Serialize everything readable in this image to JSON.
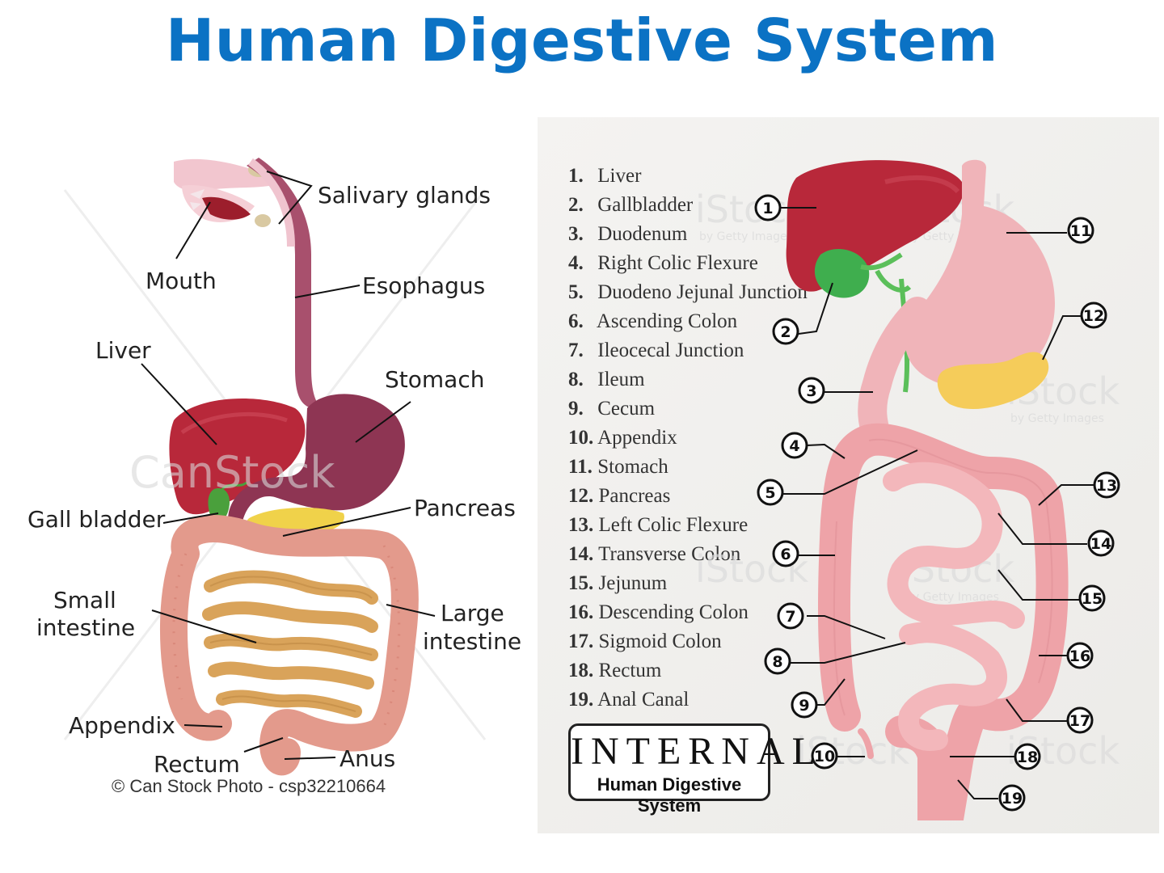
{
  "title": "Human Digestive System",
  "left_diagram": {
    "labels": {
      "salivary": "Salivary glands",
      "mouth": "Mouth",
      "esophagus": "Esophagus",
      "liver": "Liver",
      "stomach": "Stomach",
      "gallbladder": "Gall bladder",
      "pancreas": "Pancreas",
      "small1": "Small",
      "small2": "intestine",
      "large1": "Large",
      "large2": "intestine",
      "appendix": "Appendix",
      "rectum": "Rectum",
      "anus": "Anus"
    },
    "watermark": "CanStock",
    "copyright": "© Can Stock Photo - csp32210664"
  },
  "right_diagram": {
    "legend": [
      {
        "num": "1.",
        "label": "Liver"
      },
      {
        "num": "2.",
        "label": "Gallbladder"
      },
      {
        "num": "3.",
        "label": "Duodenum"
      },
      {
        "num": "4.",
        "label": "Right Colic Flexure"
      },
      {
        "num": "5.",
        "label": "Duodeno Jejunal Junction"
      },
      {
        "num": "6.",
        "label": "Ascending Colon"
      },
      {
        "num": "7.",
        "label": "Ileocecal Junction"
      },
      {
        "num": "8.",
        "label": "Ileum"
      },
      {
        "num": "9.",
        "label": "Cecum"
      },
      {
        "num": "10.",
        "label": "Appendix"
      },
      {
        "num": "11.",
        "label": "Stomach"
      },
      {
        "num": "12.",
        "label": "Pancreas"
      },
      {
        "num": "13.",
        "label": "Left Colic Flexure"
      },
      {
        "num": "14.",
        "label": "Transverse Colon"
      },
      {
        "num": "15.",
        "label": "Jejunum"
      },
      {
        "num": "16.",
        "label": "Descending Colon"
      },
      {
        "num": "17.",
        "label": "Sigmoid Colon"
      },
      {
        "num": "18.",
        "label": "Rectum"
      },
      {
        "num": "19.",
        "label": "Anal Canal"
      }
    ],
    "callouts": [
      "1",
      "2",
      "3",
      "4",
      "5",
      "6",
      "7",
      "8",
      "9",
      "10",
      "11",
      "12",
      "13",
      "14",
      "15",
      "16",
      "17",
      "18",
      "19"
    ],
    "badge_big": "INTERNAL",
    "badge_small": "Human Digestive System",
    "watermark": "iStock",
    "watermark_sub": "by Getty Images"
  },
  "colors": {
    "title": "#0b72c4",
    "liver": "#b8283a",
    "stomach": "#8e3553",
    "gallbladder": "#4aa03c",
    "pancreas": "#f0d24a",
    "small_intestine": "#d9a35a",
    "large_intestine": "#e39a8c"
  }
}
